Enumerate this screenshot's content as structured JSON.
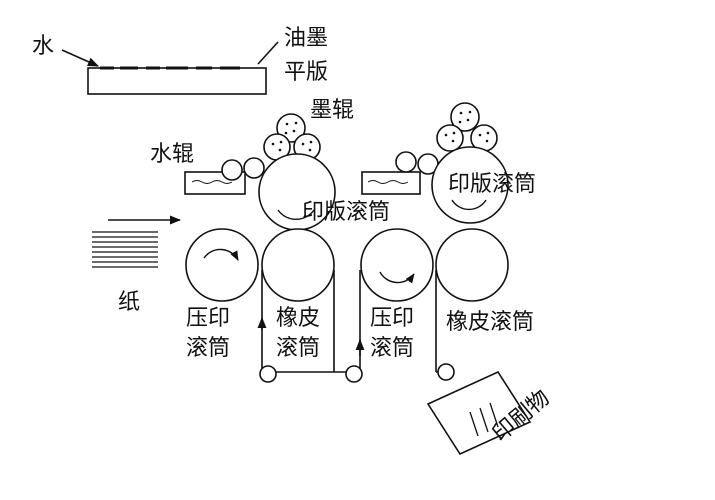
{
  "labels": {
    "water": "水",
    "ink": "油墨",
    "plate": "平版",
    "ink_roller": "墨辊",
    "water_roller": "水辊",
    "plate_cylinder_1": "印版滚筒",
    "plate_cylinder_2": "印版滚筒",
    "paper": "纸",
    "impression_cylinder_1": [
      "压印",
      "滚筒"
    ],
    "blanket_cylinder_1": [
      "橡皮",
      "滚筒"
    ],
    "impression_cylinder_2": [
      "压印",
      "滚筒"
    ],
    "blanket_cylinder_2": "橡皮滚筒",
    "printed_matter": "印刷物"
  }
}
